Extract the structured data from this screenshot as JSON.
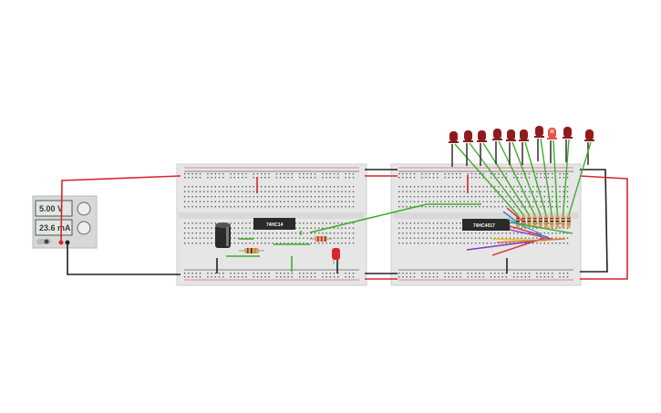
{
  "power_supply": {
    "voltage": "5.00 V",
    "current": "23.6 mA"
  },
  "chips": {
    "timer": "74HC14",
    "counter": "74HC4017"
  },
  "colors": {
    "wire_red": "#d9262c",
    "wire_black": "#222222",
    "wire_green": "#3fae2a",
    "led_off": "#8f1c1c",
    "led_on": "#e8504a",
    "breadboard": "#e6e6e6",
    "chip": "#2a2a2a"
  },
  "leds": {
    "count": 11,
    "lit_index": 7
  }
}
